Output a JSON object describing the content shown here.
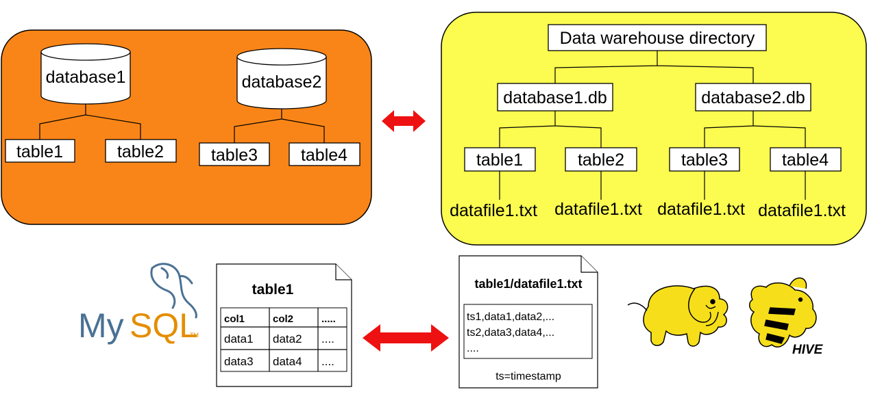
{
  "colors": {
    "mysql_panel": "#f98518",
    "hive_panel": "#fbfb50",
    "arrow": "#ee1111",
    "mysql_blue": "#4a7194",
    "mysql_orange": "#e48e00",
    "elephant_yellow": "#f6df1a"
  },
  "mysql_side": {
    "databases": [
      {
        "name": "database1",
        "tables": [
          "table1",
          "table2"
        ]
      },
      {
        "name": "database2",
        "tables": [
          "table3",
          "table4"
        ]
      }
    ]
  },
  "warehouse_side": {
    "root": "Data warehouse directory",
    "databases": [
      {
        "name": "database1.db",
        "tables": [
          {
            "name": "table1",
            "file": "datafile1.txt"
          },
          {
            "name": "table2",
            "file": "datafile1.txt"
          }
        ]
      },
      {
        "name": "database2.db",
        "tables": [
          {
            "name": "table3",
            "file": "datafile1.txt"
          },
          {
            "name": "table4",
            "file": "datafile1.txt"
          }
        ]
      }
    ]
  },
  "mysql_logo": {
    "text_my": "My",
    "text_sql": "SQL",
    "tm": "TM",
    "icon": "dolphin-icon"
  },
  "table_doc": {
    "title": "table1",
    "headers": [
      "col1",
      "col2",
      "....."
    ],
    "rows": [
      [
        "data1",
        "data2",
        "...."
      ],
      [
        "data3",
        "data4",
        "...."
      ]
    ]
  },
  "file_doc": {
    "title": "table1/datafile1.txt",
    "lines": [
      "ts1,data1,data2,...",
      "ts2,data3,data4,...",
      "...."
    ],
    "note": "ts=timestamp"
  },
  "hadoop_logo": {
    "icon": "hadoop-elephant-icon"
  },
  "hive_logo": {
    "text": "HIVE",
    "icon": "hive-bee-elephant-icon"
  }
}
